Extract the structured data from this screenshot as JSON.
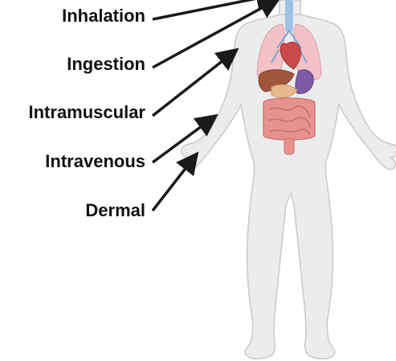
{
  "routes": [
    {
      "label": "Inhalation"
    },
    {
      "label": "Ingestion"
    },
    {
      "label": "Intramuscular"
    },
    {
      "label": "Intravenous"
    },
    {
      "label": "Dermal"
    }
  ],
  "colors": {
    "background": "#ffffff",
    "skin_fill": "#ececec",
    "skin_outline": "#c9c9c9",
    "lungs": "#f2c2c6",
    "heart": "#c94a4a",
    "liver": "#a0553c",
    "intestines": "#e8928f",
    "stomach": "#e9b98e",
    "trachea": "#9cc3e6",
    "arrows": "#1a1a1a",
    "label_text": "#111111"
  },
  "icons": [
    "human-body-outline",
    "lungs",
    "heart",
    "liver",
    "stomach",
    "intestines",
    "trachea"
  ]
}
